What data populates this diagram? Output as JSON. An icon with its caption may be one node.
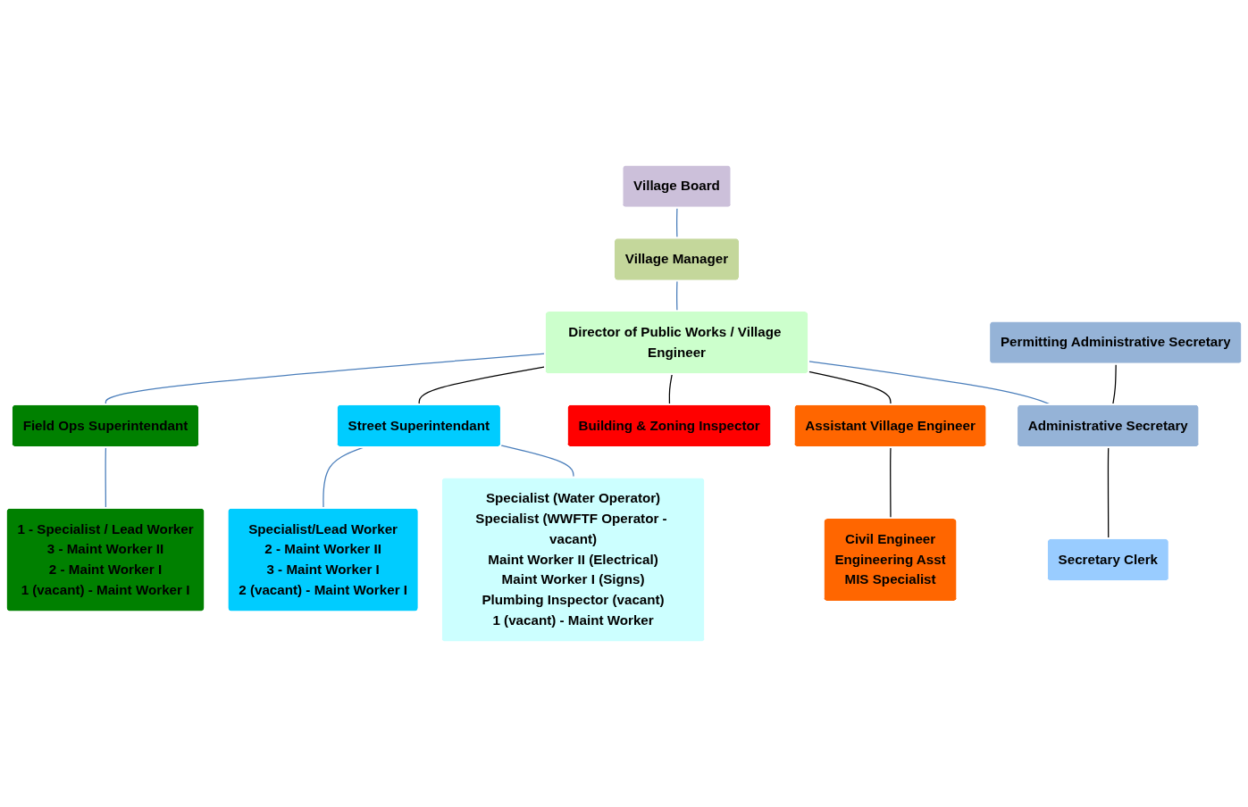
{
  "diagram": {
    "nodes": [
      {
        "text": [
          "Village Board"
        ]
      },
      {
        "text": [
          "Village Manager"
        ]
      },
      {
        "text": [
          "Director of Public Works / Village Engineer"
        ]
      },
      {
        "text": [
          "Permitting Administrative Secretary"
        ]
      },
      {
        "text": [
          "Administrative Secretary"
        ]
      },
      {
        "text": [
          "Secretary Clerk"
        ]
      },
      {
        "text": [
          "Assistant Village Engineer"
        ]
      },
      {
        "text": [
          "Building & Zoning Inspector"
        ]
      },
      {
        "text": [
          "Street Superintendant"
        ]
      },
      {
        "text": [
          "Field Ops Superintendant"
        ]
      },
      {
        "text": [
          "Civil Engineer",
          "Engineering Asst",
          "MIS Specialist"
        ]
      },
      {
        "text": [
          "Specialist (Water Operator)",
          "Specialist (WWFTF Operator - vacant)",
          "Maint Worker II (Electrical)",
          "Maint Worker I (Signs)",
          "Plumbing Inspector (vacant)",
          "1 (vacant) - Maint Worker"
        ]
      },
      {
        "text": [
          "Specialist/Lead Worker",
          "2 - Maint Worker II",
          "3 - Maint Worker I",
          "2 (vacant) - Maint Worker I"
        ]
      },
      {
        "text": [
          "1 - Specialist / Lead Worker",
          "3 - Maint Worker II",
          "2 - Maint Worker I",
          "1 (vacant) - Maint Worker I"
        ]
      }
    ],
    "edges": [
      {
        "from": 0,
        "to": 1,
        "arrow": "none"
      },
      {
        "from": 1,
        "to": 2,
        "arrow": "none"
      },
      {
        "from": 2,
        "to": 4,
        "arrow": "none"
      },
      {
        "from": 3,
        "to": 4,
        "arrow": "none",
        "color": "#000000"
      },
      {
        "from": 4,
        "to": 5,
        "arrow": "none",
        "color": "#000000"
      },
      {
        "from": 2,
        "to": 6,
        "arrow": "none",
        "color": "#000000"
      },
      {
        "from": 2,
        "to": 7,
        "arrow": "none",
        "color": "#000000"
      },
      {
        "from": 2,
        "to": 8,
        "arrow": "none",
        "color": "#000000"
      },
      {
        "from": 2,
        "to": 9,
        "arrow": "none"
      },
      {
        "from": 6,
        "to": 10,
        "arrow": "none",
        "color": "#000000"
      },
      {
        "from": 8,
        "to": 11,
        "arrow": "none"
      },
      {
        "from": 8,
        "to": 12,
        "arrow": "none"
      },
      {
        "from": 9,
        "to": 13,
        "arrow": "none"
      }
    ]
  }
}
